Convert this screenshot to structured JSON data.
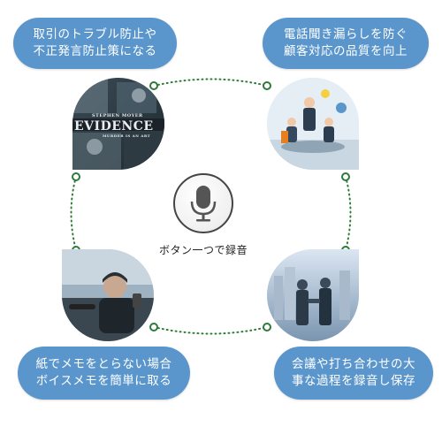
{
  "bubbles": {
    "top_left": [
      "取引のトラブル防止や",
      "不正発言防止策になる"
    ],
    "top_right": [
      "電話聞き漏らしを防ぐ",
      "顧客対応の品質を向上"
    ],
    "bottom_left": [
      "紙でメモをとらない場合",
      "ボイスメモを簡単に取る"
    ],
    "bottom_right": [
      "会議や打ち合わせの大",
      "事な過程を録音し保存"
    ]
  },
  "center": {
    "label": "ボタン一つで録音",
    "icon": "microphone-icon"
  },
  "evidence_poster": {
    "name_line": "STEPHEN MOYER",
    "title": "EVIDENCE",
    "tagline": "MURDER IS AN ART"
  },
  "colors": {
    "bubble": "#5a96cc",
    "connector": "#2f7a3a",
    "node_fill": "#ffffff"
  }
}
